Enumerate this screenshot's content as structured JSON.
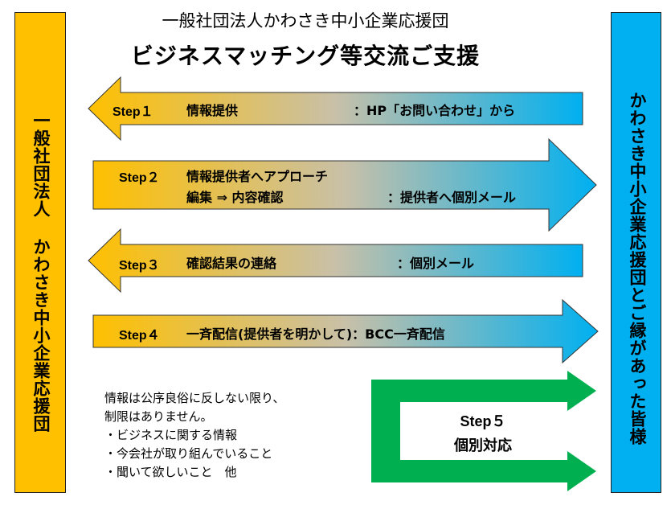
{
  "header": {
    "subtitle": "一般社団法人かわさき中小企業応援団",
    "title": "ビジネスマッチング等交流ご支援"
  },
  "left_box": {
    "label": "一般社団法人 かわさき中小企業応援団",
    "color": "#FFC000"
  },
  "right_box": {
    "label": "かわさき中小企業応援団とご縁があった皆様",
    "color": "#00B0F0"
  },
  "steps": [
    {
      "step": "Step１",
      "label": "情報提供",
      "method": "：HP「お問い合わせ」から",
      "direction": "left"
    },
    {
      "step": "Step２",
      "label": "情報提供者へアプローチ",
      "label2": "編集 ⇒ 内容確認",
      "method": "：提供者へ個別メール",
      "direction": "right"
    },
    {
      "step": "Step３",
      "label": "確認結果の連絡",
      "method": "：個別メール",
      "direction": "left"
    },
    {
      "step": "Step４",
      "label": "一斉配信(提供者を明かして)：BCC一斉配信",
      "direction": "right"
    },
    {
      "step": "Step５",
      "label": "個別対応",
      "direction": "both"
    }
  ],
  "note": {
    "lines": [
      "情報は公序良俗に反しない限り、",
      "制限はありません。",
      "・ビジネスに関する情報",
      "・今会社が取り組んでいること",
      "・聞いて欲しいこと　他"
    ]
  },
  "colors": {
    "gradient_start": "#FFC000",
    "gradient_end": "#00B0F0",
    "step5_green": "#00B050"
  }
}
